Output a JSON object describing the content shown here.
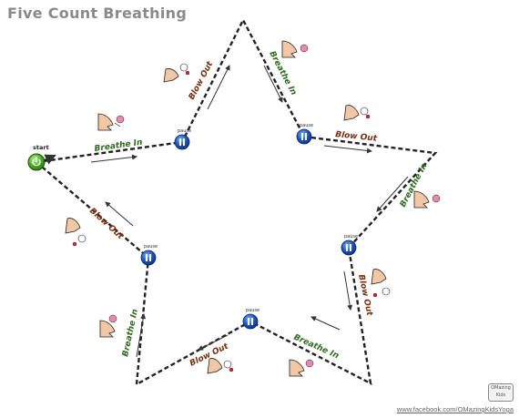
{
  "title": "Five Count Breathing",
  "start_label": "start",
  "pause_label": "pause",
  "breathe_in": "Breathe In",
  "blow_out": "Blow Out",
  "credit": "www.facebook.com/OMazingKidsYoga",
  "logo_text": [
    "OMazing",
    "Kids"
  ],
  "colors": {
    "path": "#222222",
    "breathe_in": "#2e6b1f",
    "blow_out": "#7a2e0e",
    "pause": "#1f56b8",
    "start": "#4caf2a"
  },
  "icons": [
    "start-power-icon",
    "pause-icon",
    "nose-flower-icon",
    "mouth-blow-icon"
  ]
}
